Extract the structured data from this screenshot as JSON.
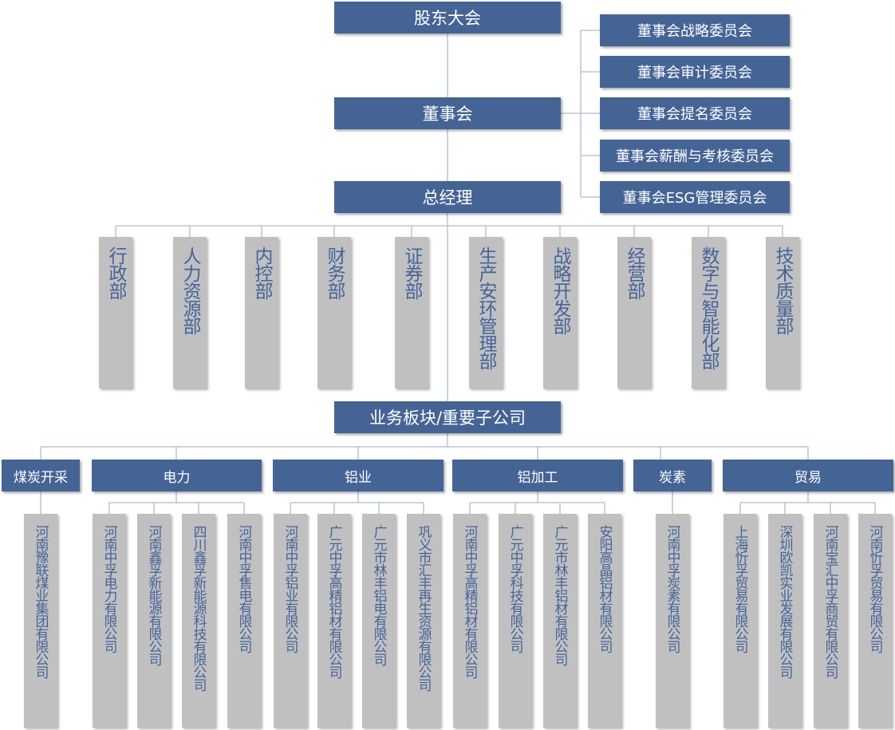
{
  "shareholders": "股东大会",
  "board": "董事会",
  "committees": [
    "董事会战略委员会",
    "董事会审计委员会",
    "董事会提名委员会",
    "董事会薪酬与考核委员会",
    "董事会ESG管理委员会"
  ],
  "gm": "总经理",
  "departments": [
    "行政部",
    "人力资源部",
    "内控部",
    "财务部",
    "证券部",
    "生产安环管理部",
    "战略开发部",
    "经营部",
    "数字与智能化部",
    "技术质量部"
  ],
  "business": "业务板块/重要子公司",
  "segments": [
    {
      "name": "煤炭开采",
      "companies": [
        "河南豫联煤业集团有限公司"
      ]
    },
    {
      "name": "电力",
      "companies": [
        "河南中孚电力有限公司",
        "河南鑫孚新能源有限公司",
        "四川鑫孚新能源科技有限公司",
        "河南中孚售电有限公司"
      ]
    },
    {
      "name": "铝业",
      "companies": [
        "河南中孚铝业有限公司",
        "广元中孚高精铝材有限公司",
        "广元市林丰铝电有限公司",
        "巩义市汇丰再生资源有限公司"
      ]
    },
    {
      "name": "铝加工",
      "companies": [
        "河南中孚高精铝材有限公司",
        "广元中孚科技有限公司",
        "广元市林丰铝材有限公司",
        "安阳高晶铝材有限公司"
      ]
    },
    {
      "name": "炭素",
      "companies": [
        "河南中孚炭素有限公司"
      ]
    },
    {
      "name": "贸易",
      "companies": [
        "上海忻孚贸易有限公司",
        "深圳欧凯实业发展有限公司",
        "河南宝汇中孚商贸有限公司",
        "河南忻孚贸易有限公司"
      ]
    }
  ],
  "colors": {
    "box": "#456496",
    "gray": "#c0c0c0",
    "grayText": "#44649a",
    "line": "#a9bcd6"
  }
}
